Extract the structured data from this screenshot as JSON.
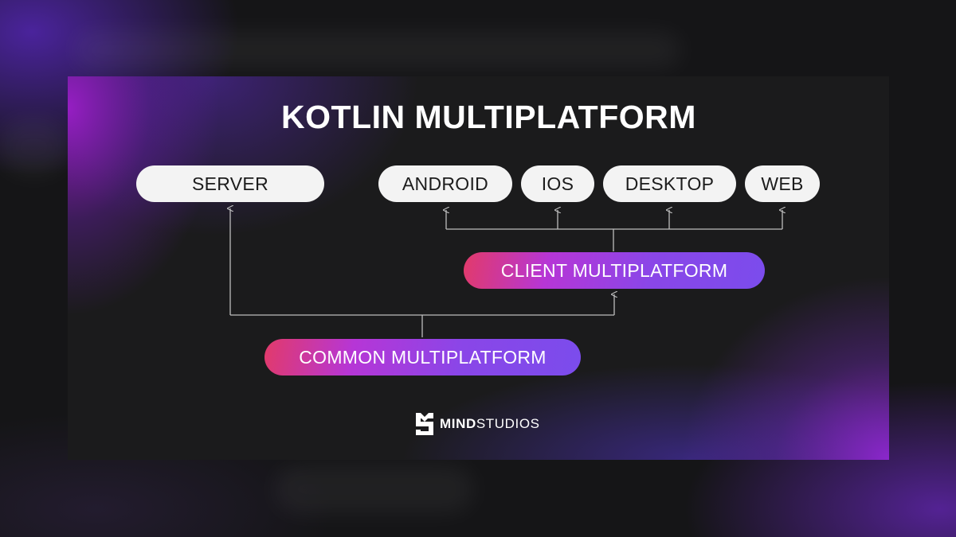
{
  "title": "KOTLIN MULTIPLATFORM",
  "platforms": {
    "server": "SERVER",
    "android": "ANDROID",
    "ios": "IOS",
    "desktop": "DESKTOP",
    "web": "WEB"
  },
  "layers": {
    "client": "CLIENT MULTIPLATFORM",
    "common": "COMMON MULTIPLATFORM"
  },
  "brand": {
    "name_bold": "MIND",
    "name_regular": "STUDIOS",
    "icon": "mind-studios-logo-icon"
  },
  "colors": {
    "background": "#151517",
    "card": "#1b1b1c",
    "pill_light": "#f3f3f3",
    "gradient_start": "#e23a6a",
    "gradient_mid": "#b636d6",
    "gradient_end": "#7b4cec",
    "connector": "#bdbdbd"
  }
}
